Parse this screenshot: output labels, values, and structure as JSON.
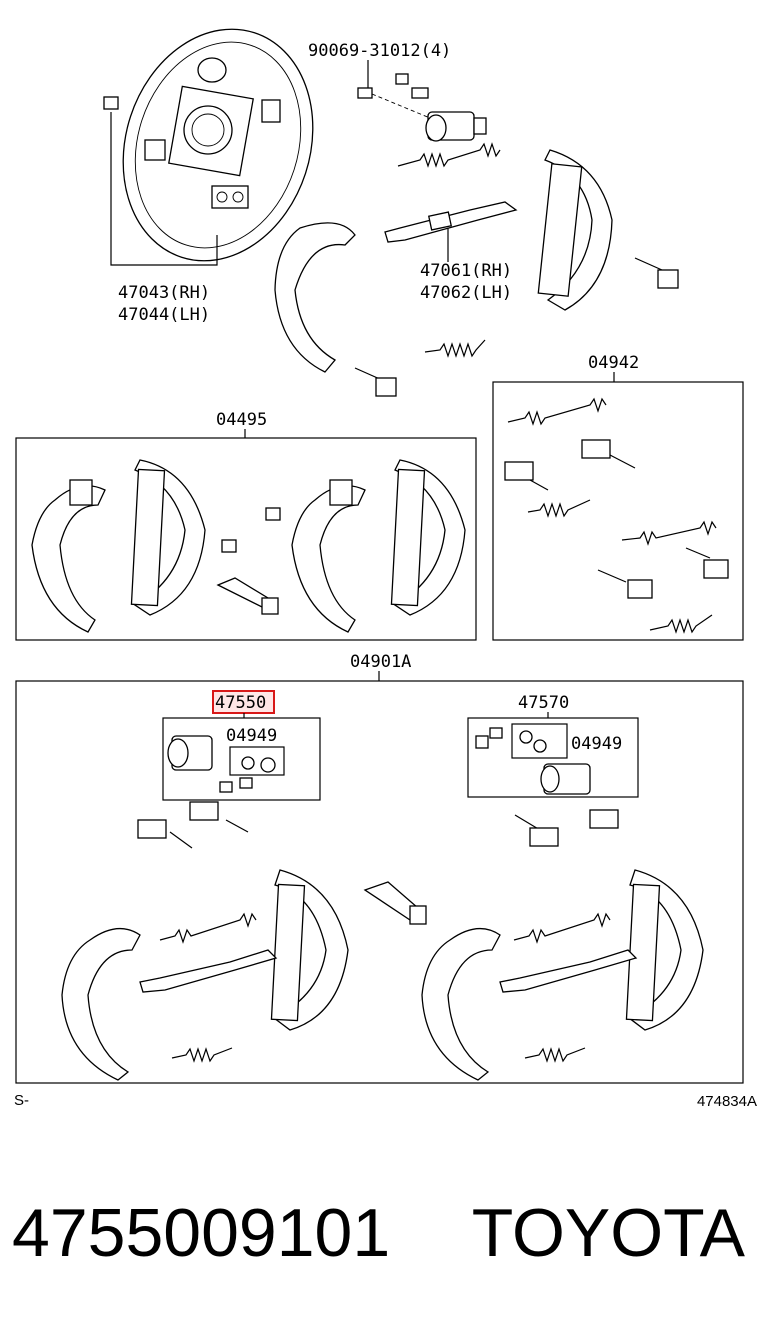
{
  "callouts": {
    "bolt": "90069-31012(4)",
    "plate_rh": "47043(RH)",
    "plate_lh": "47044(LH)",
    "adjuster_rh": "47061(RH)",
    "adjuster_lh": "47062(LH)",
    "kit_04942": "04942",
    "kit_04495": "04495",
    "kit_04901a": "04901A",
    "cyl_left": "47550",
    "cyl_right": "47570",
    "cupkit_left": "04949",
    "cupkit_right": "04949"
  },
  "footer": {
    "prefix": "S-",
    "diagram_code": "474834A"
  },
  "title": {
    "part_number": "4755009101",
    "brand": "TOYOTA"
  },
  "colors": {
    "highlight": "#d81818",
    "ink": "#000000",
    "background": "#ffffff"
  }
}
